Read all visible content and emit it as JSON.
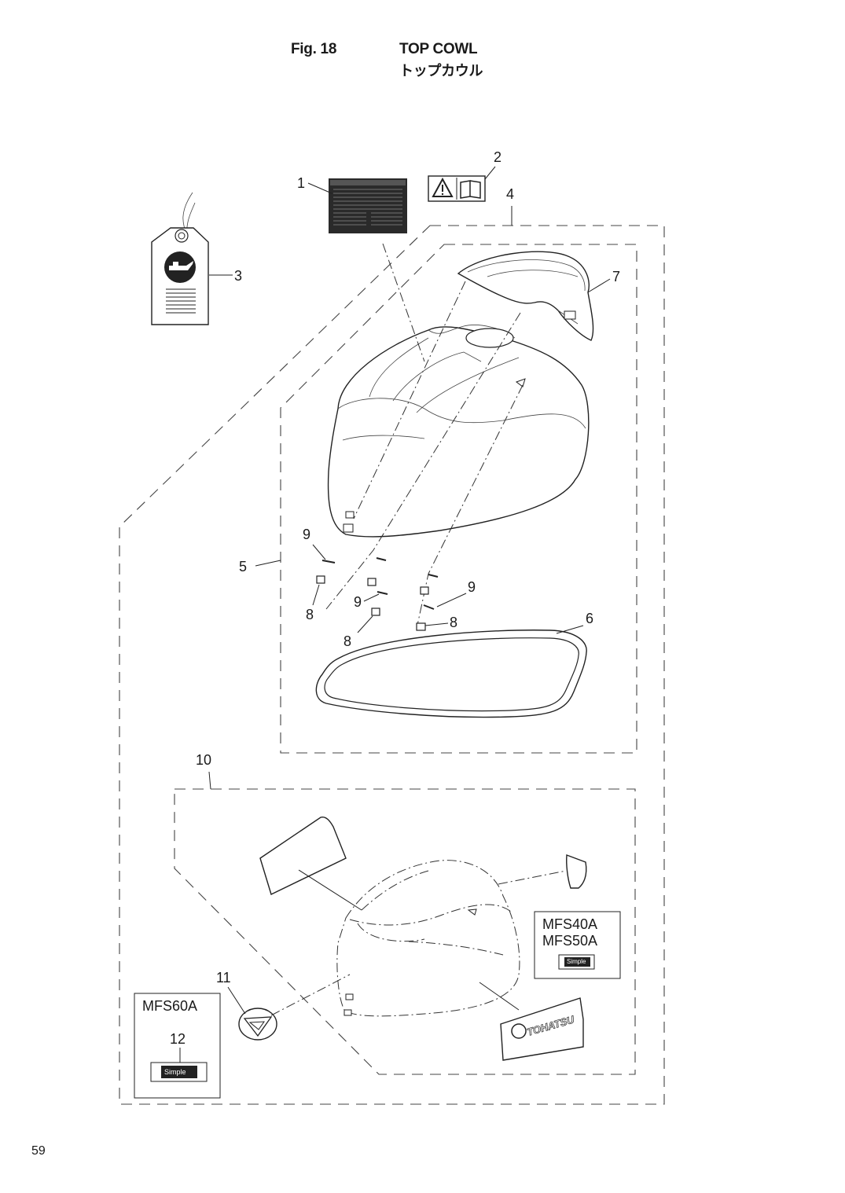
{
  "header": {
    "fig_label": "Fig. 18",
    "title_en": "TOP COWL",
    "title_jp": "トップカウル"
  },
  "page_number": "59",
  "callouts": {
    "c1": "1",
    "c2": "2",
    "c3": "3",
    "c4": "4",
    "c5": "5",
    "c6": "6",
    "c7": "7",
    "c8a": "8",
    "c8b": "8",
    "c8c": "8",
    "c9a": "9",
    "c9b": "9",
    "c9c": "9",
    "c10": "10",
    "c11": "11",
    "c12": "12"
  },
  "model_boxes": {
    "left": {
      "model": "MFS60A",
      "part": "12"
    },
    "right": {
      "models": [
        "MFS40A",
        "MFS50A"
      ]
    }
  },
  "decals": {
    "brand": "TOHATSU",
    "simple_badge": "Simple"
  },
  "icons": [
    "warning-triangle-icon",
    "manual-book-icon",
    "oil-can-icon"
  ]
}
